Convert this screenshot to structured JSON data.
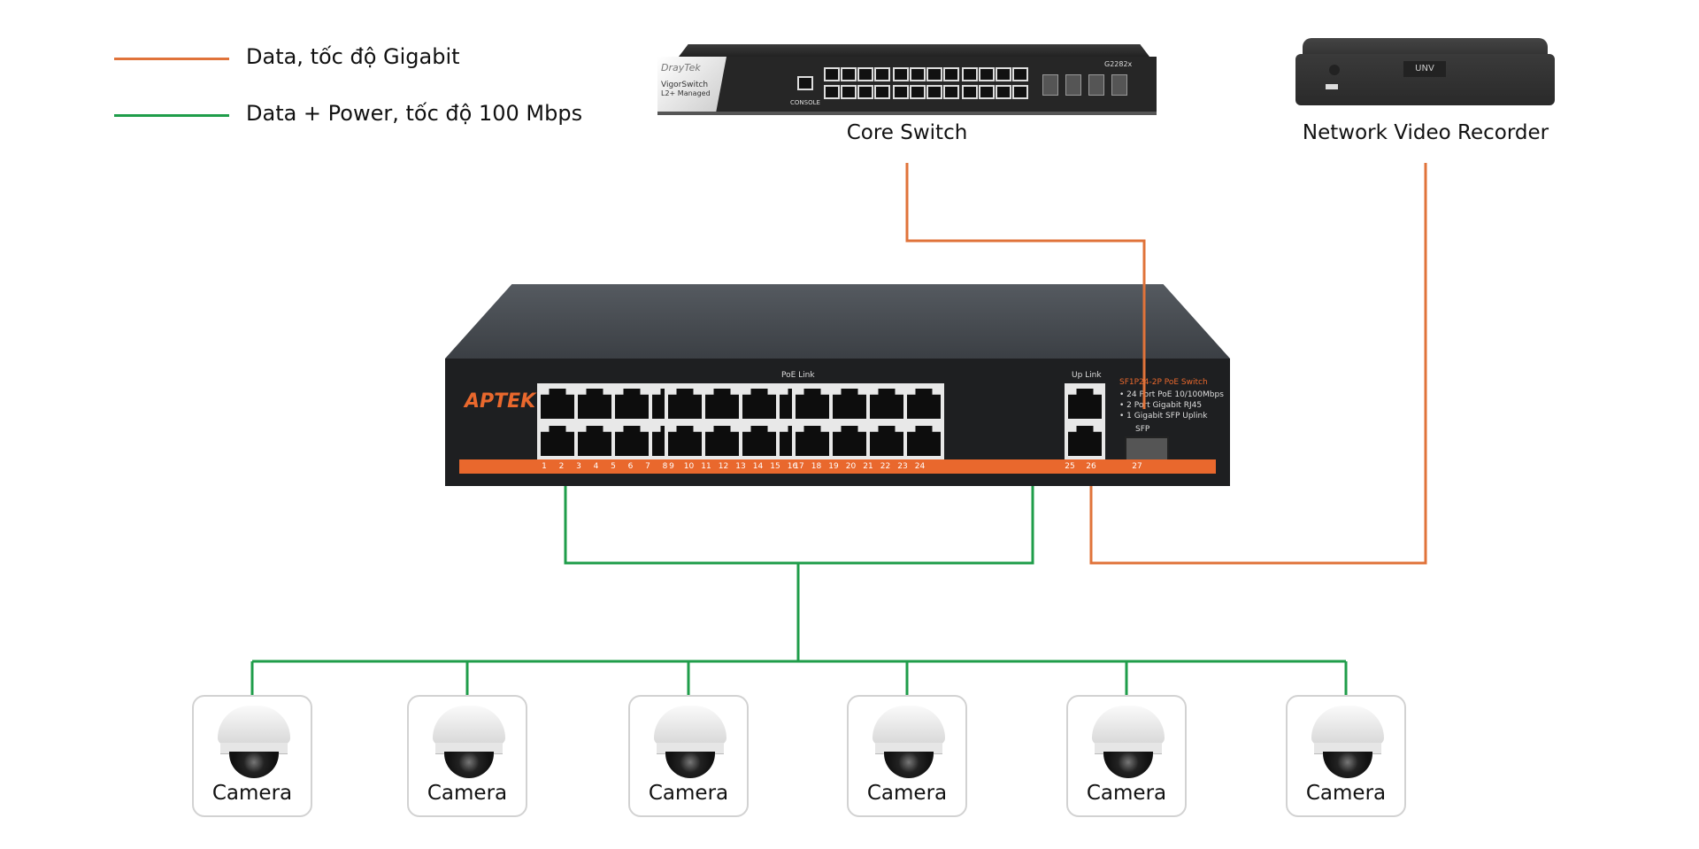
{
  "colors": {
    "gigabit": "#E0733A",
    "poe": "#1F9D4A",
    "camera_border": "#D2D2D2"
  },
  "legend": [
    {
      "label": "Data, tốc độ Gigabit",
      "color": "#E0733A"
    },
    {
      "label": "Data + Power, tốc độ 100 Mbps",
      "color": "#1F9D4A"
    }
  ],
  "core_switch": {
    "label": "Core Switch",
    "brand": "DrayTek",
    "model": "VigorSwitch",
    "sub": "L2+ Managed",
    "model_no": "G2282x",
    "console": "CONSOLE"
  },
  "nvr": {
    "label": "Network Video Recorder",
    "brand": "UNV"
  },
  "poe_switch": {
    "brand": "APTEK",
    "poe_link": "PoE Link",
    "up_link": "Up Link",
    "sfp": "SFP",
    "title": "SF1P24-2P PoE Switch",
    "features": [
      "• 24 Port PoE 10/100Mbps",
      "• 2 Port Gigabit RJ45",
      "• 1 Gigabit SFP Uplink"
    ],
    "port_numbers": [
      "1",
      "2",
      "3",
      "4",
      "5",
      "6",
      "7",
      "8",
      "9",
      "10",
      "11",
      "12",
      "13",
      "14",
      "15",
      "16",
      "17",
      "18",
      "19",
      "20",
      "21",
      "22",
      "23",
      "24",
      "25",
      "26",
      "27"
    ]
  },
  "cameras": [
    {
      "label": "Camera"
    },
    {
      "label": "Camera"
    },
    {
      "label": "Camera"
    },
    {
      "label": "Camera"
    },
    {
      "label": "Camera"
    },
    {
      "label": "Camera"
    }
  ]
}
